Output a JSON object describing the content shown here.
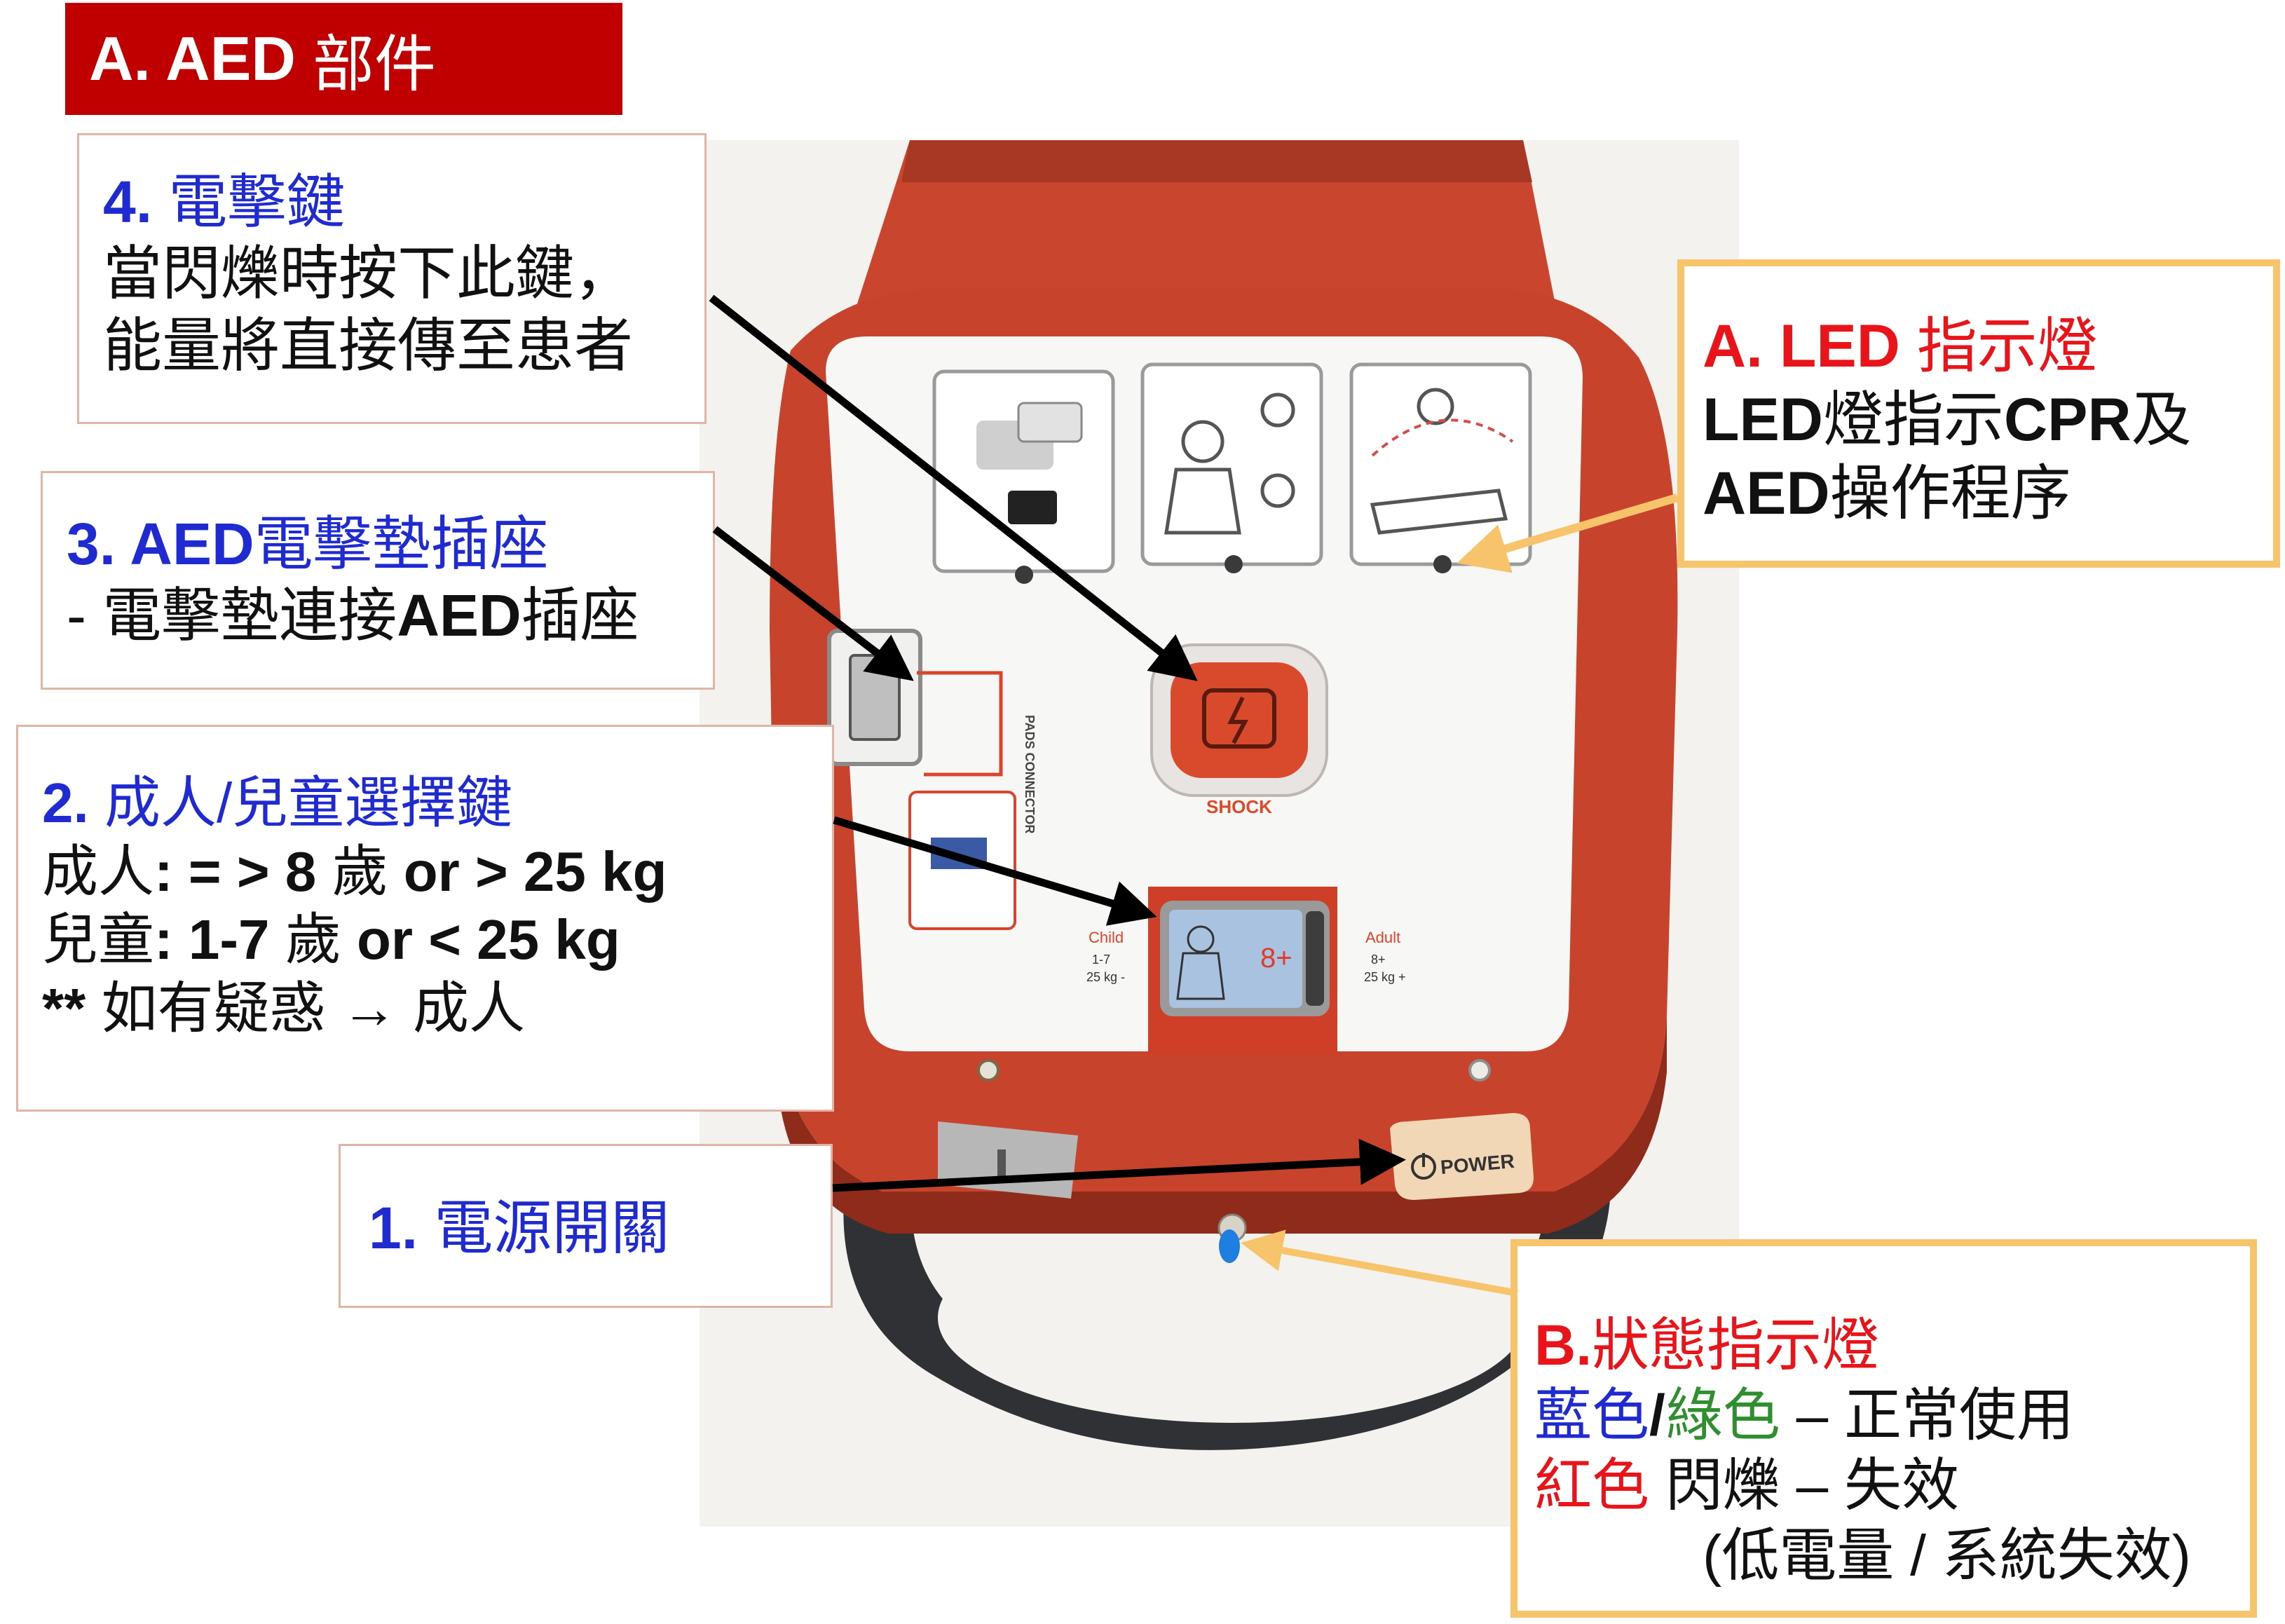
{
  "title": {
    "prefix": "A.  AED",
    "label": "部件"
  },
  "photo": {
    "shock_label": "SHOCK",
    "power_label": "POWER",
    "child_label": "Child",
    "child_age": "1-7",
    "child_weight": "25 kg -",
    "adult_label": "Adult",
    "adult_age": "8+",
    "adult_weight": "25 kg +",
    "screen_text": "8+",
    "pads_connector_label": "PADS CONNECTOR",
    "colors": {
      "body": "#c8432b",
      "body_dark": "#8f2b1a",
      "handle": "#2f3135",
      "panel": "#f7f7f5",
      "status_led": "#1e7fe0"
    }
  },
  "callouts": {
    "shock_button": {
      "number": "4.",
      "name": "電擊鍵",
      "line1": "當閃爍時按下此鍵，",
      "line2": "能量將直接傳至患者"
    },
    "pad_socket": {
      "heading": "3. AED",
      "name": "電擊墊插座",
      "line_prefix": "- 電擊墊連接",
      "line_bold": "AED",
      "line_suffix": "插座"
    },
    "adult_child_switch": {
      "number": "2.",
      "name": "成人/兒童選擇鍵",
      "adult_label": "成人",
      "adult_criteria": ":  = > 8",
      "adult_age_unit": "歲",
      "adult_weight": "or   > 25 kg",
      "child_label": "兒童",
      "child_criteria": ":    1-7",
      "child_age_unit": "歲",
      "child_weight": "or  <  25 kg",
      "note_prefix": "**",
      "note_text": "如有疑惑",
      "note_arrow": "→",
      "note_result": "成人"
    },
    "power_switch": {
      "number": "1.",
      "name": "電源開關"
    },
    "led_indicator": {
      "heading": "A. LED",
      "name": "指示燈",
      "line1_a": "LED",
      "line1_b": "燈指示",
      "line1_c": "CPR",
      "line1_d": "及",
      "line2_a": "AED",
      "line2_b": "操作程序"
    },
    "status_indicator": {
      "heading": "B.",
      "name": "狀態指示燈",
      "blue_label": "藍色",
      "slash": "/",
      "green_label": "綠色",
      "normal_text": "– 正常使用",
      "red_label": "紅色",
      "fail_text": "閃爍 – 失效",
      "detail": "(低電量 / 系統失效)"
    }
  },
  "colors": {
    "title_bg": "#c00000",
    "heading_blue": "#1f2bd1",
    "heading_red": "#e8141a",
    "gold_border": "#f7c46c"
  }
}
